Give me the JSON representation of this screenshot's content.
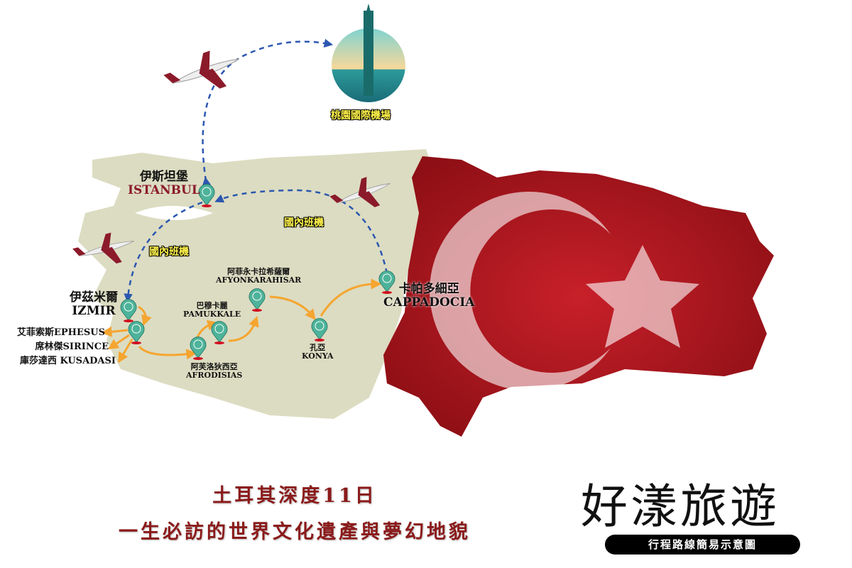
{
  "airport": {
    "label": "桃園國際機場"
  },
  "domestic_flight_label": "國內班機",
  "cities": [
    {
      "zh": "伊斯坦堡",
      "en": "ISTANBUL"
    },
    {
      "zh": "伊茲米爾",
      "en": "IZMIR"
    },
    {
      "zh": "阿菲永卡拉希薩爾",
      "en": "AFYONKARAHISAR"
    },
    {
      "zh": "巴穆卡麗",
      "en": "PAMUKKALE"
    },
    {
      "zh": "阿芙洛狄西亞",
      "en": "AFRODISIAS"
    },
    {
      "zh": "孔亞",
      "en": "KONYA"
    },
    {
      "zh": "卡帕多細亞",
      "en": "CAPPADOCIA"
    }
  ],
  "side_stops": [
    "艾菲索斯EPHESUS",
    "席林傑SIRINCE",
    "庫莎達西 KUSADASI"
  ],
  "title": {
    "line1": "土耳其深度11日",
    "line2": "一生必訪的世界文化遺產與夢幻地貌"
  },
  "brand": {
    "name": "好漾旅遊",
    "subtitle": "行程路線簡易示意圖"
  },
  "colors": {
    "land": "#dcdcc2",
    "flag_red": "#b8141c",
    "route": "#f5a530",
    "flight": "#2b57b0",
    "pin": "#4db39a",
    "title": "#8b1a1a"
  }
}
